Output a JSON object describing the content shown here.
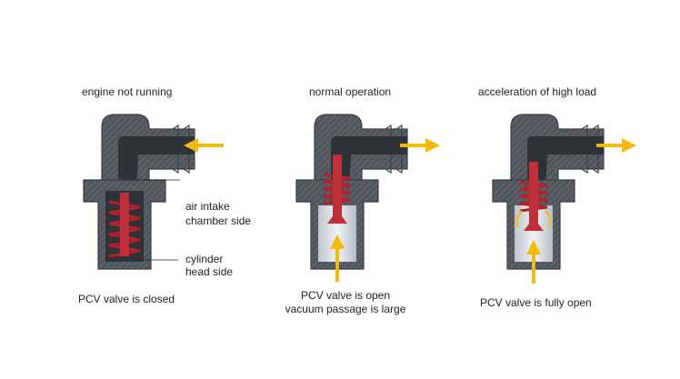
{
  "panels": [
    {
      "title": "engine not running",
      "caption": "PCV valve is closed",
      "labels": {
        "air_intake_line1": "air intake",
        "air_intake_line2": "chamber side",
        "cylinder_line1": "cylinder",
        "cylinder_line2": "head side"
      },
      "state": "closed"
    },
    {
      "title": "normal operation",
      "caption_line1": "PCV valve is open",
      "caption_line2": "vacuum passage is large",
      "state": "open"
    },
    {
      "title": "acceleration of high load",
      "caption": "PCV valve is fully open",
      "state": "fully-open"
    }
  ],
  "colors": {
    "housing": "#4a5056",
    "housing_hatch": "#6c7278",
    "passage": "#2e3338",
    "spring": "#b3202a",
    "plunger": "#c0303a",
    "arrow": "#f2b90f",
    "chamber": "#dfe3e7"
  }
}
